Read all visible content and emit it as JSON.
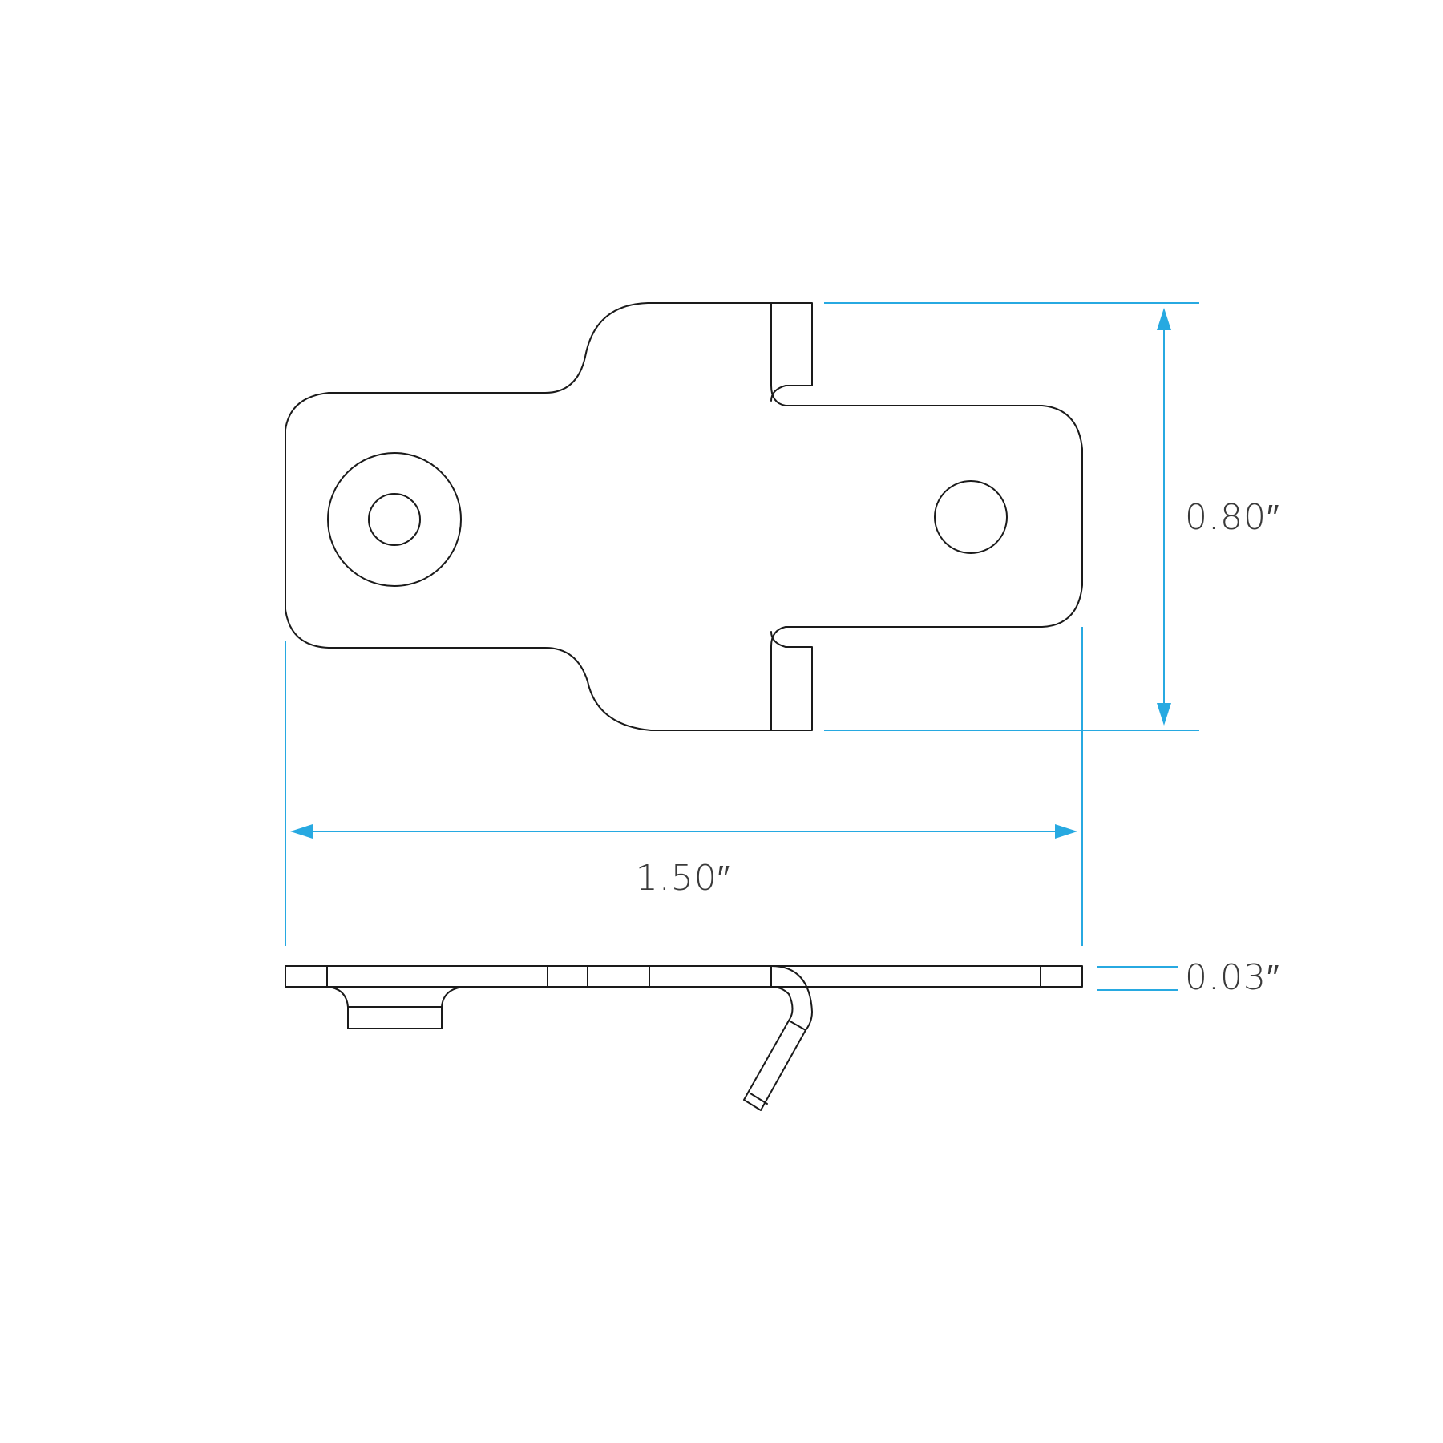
{
  "dimensions": {
    "height": "0.80″",
    "width": "1.50″",
    "thickness": "0.03″"
  },
  "colors": {
    "part_stroke": "#1a1a1a",
    "dimension_line": "#27a9e1",
    "label_text": "#3a3a3a",
    "background": "#ffffff"
  }
}
